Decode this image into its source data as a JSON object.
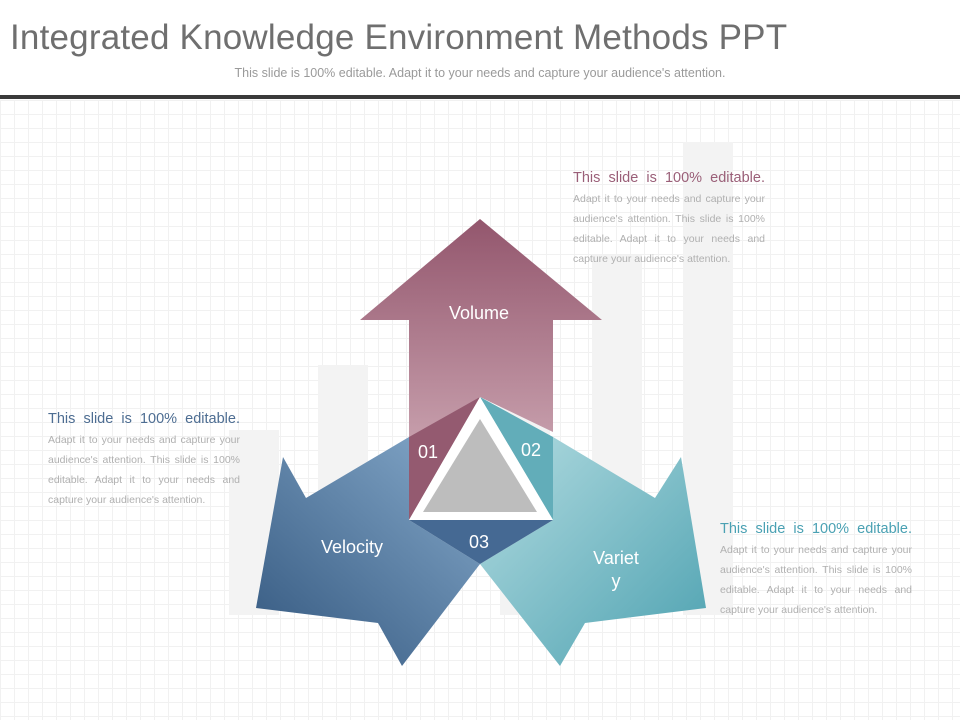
{
  "header": {
    "title": "Integrated Knowledge Environment Methods PPT",
    "subtitle": "This slide is 100% editable. Adapt it to your needs and capture your audience's attention."
  },
  "arrows": [
    {
      "label": "Volume",
      "number": "01",
      "color": "#94586f"
    },
    {
      "label": "Variet y",
      "number": "02",
      "color": "#5eabb8"
    },
    {
      "label": "Velocity",
      "number": "03",
      "color": "#466a92"
    }
  ],
  "text_blocks": [
    {
      "lead": "This slide is 100% editable.",
      "body": "Adapt it to your needs and capture your audience's attention. This slide is 100% editable. Adapt it to your needs and capture your audience's attention.",
      "color": "#9a5f78"
    },
    {
      "lead": "This slide is 100% editable.",
      "body": "Adapt it to your needs and capture your audience's attention. This slide is 100% editable. Adapt it to your needs and capture your audience's attention.",
      "color": "#4d6d92"
    },
    {
      "lead": "This slide is 100% editable.",
      "body": "Adapt it to your needs and capture your audience's attention. This slide is 100% editable. Adapt it to your needs and capture your audience's attention.",
      "color": "#4aa1b3"
    }
  ]
}
